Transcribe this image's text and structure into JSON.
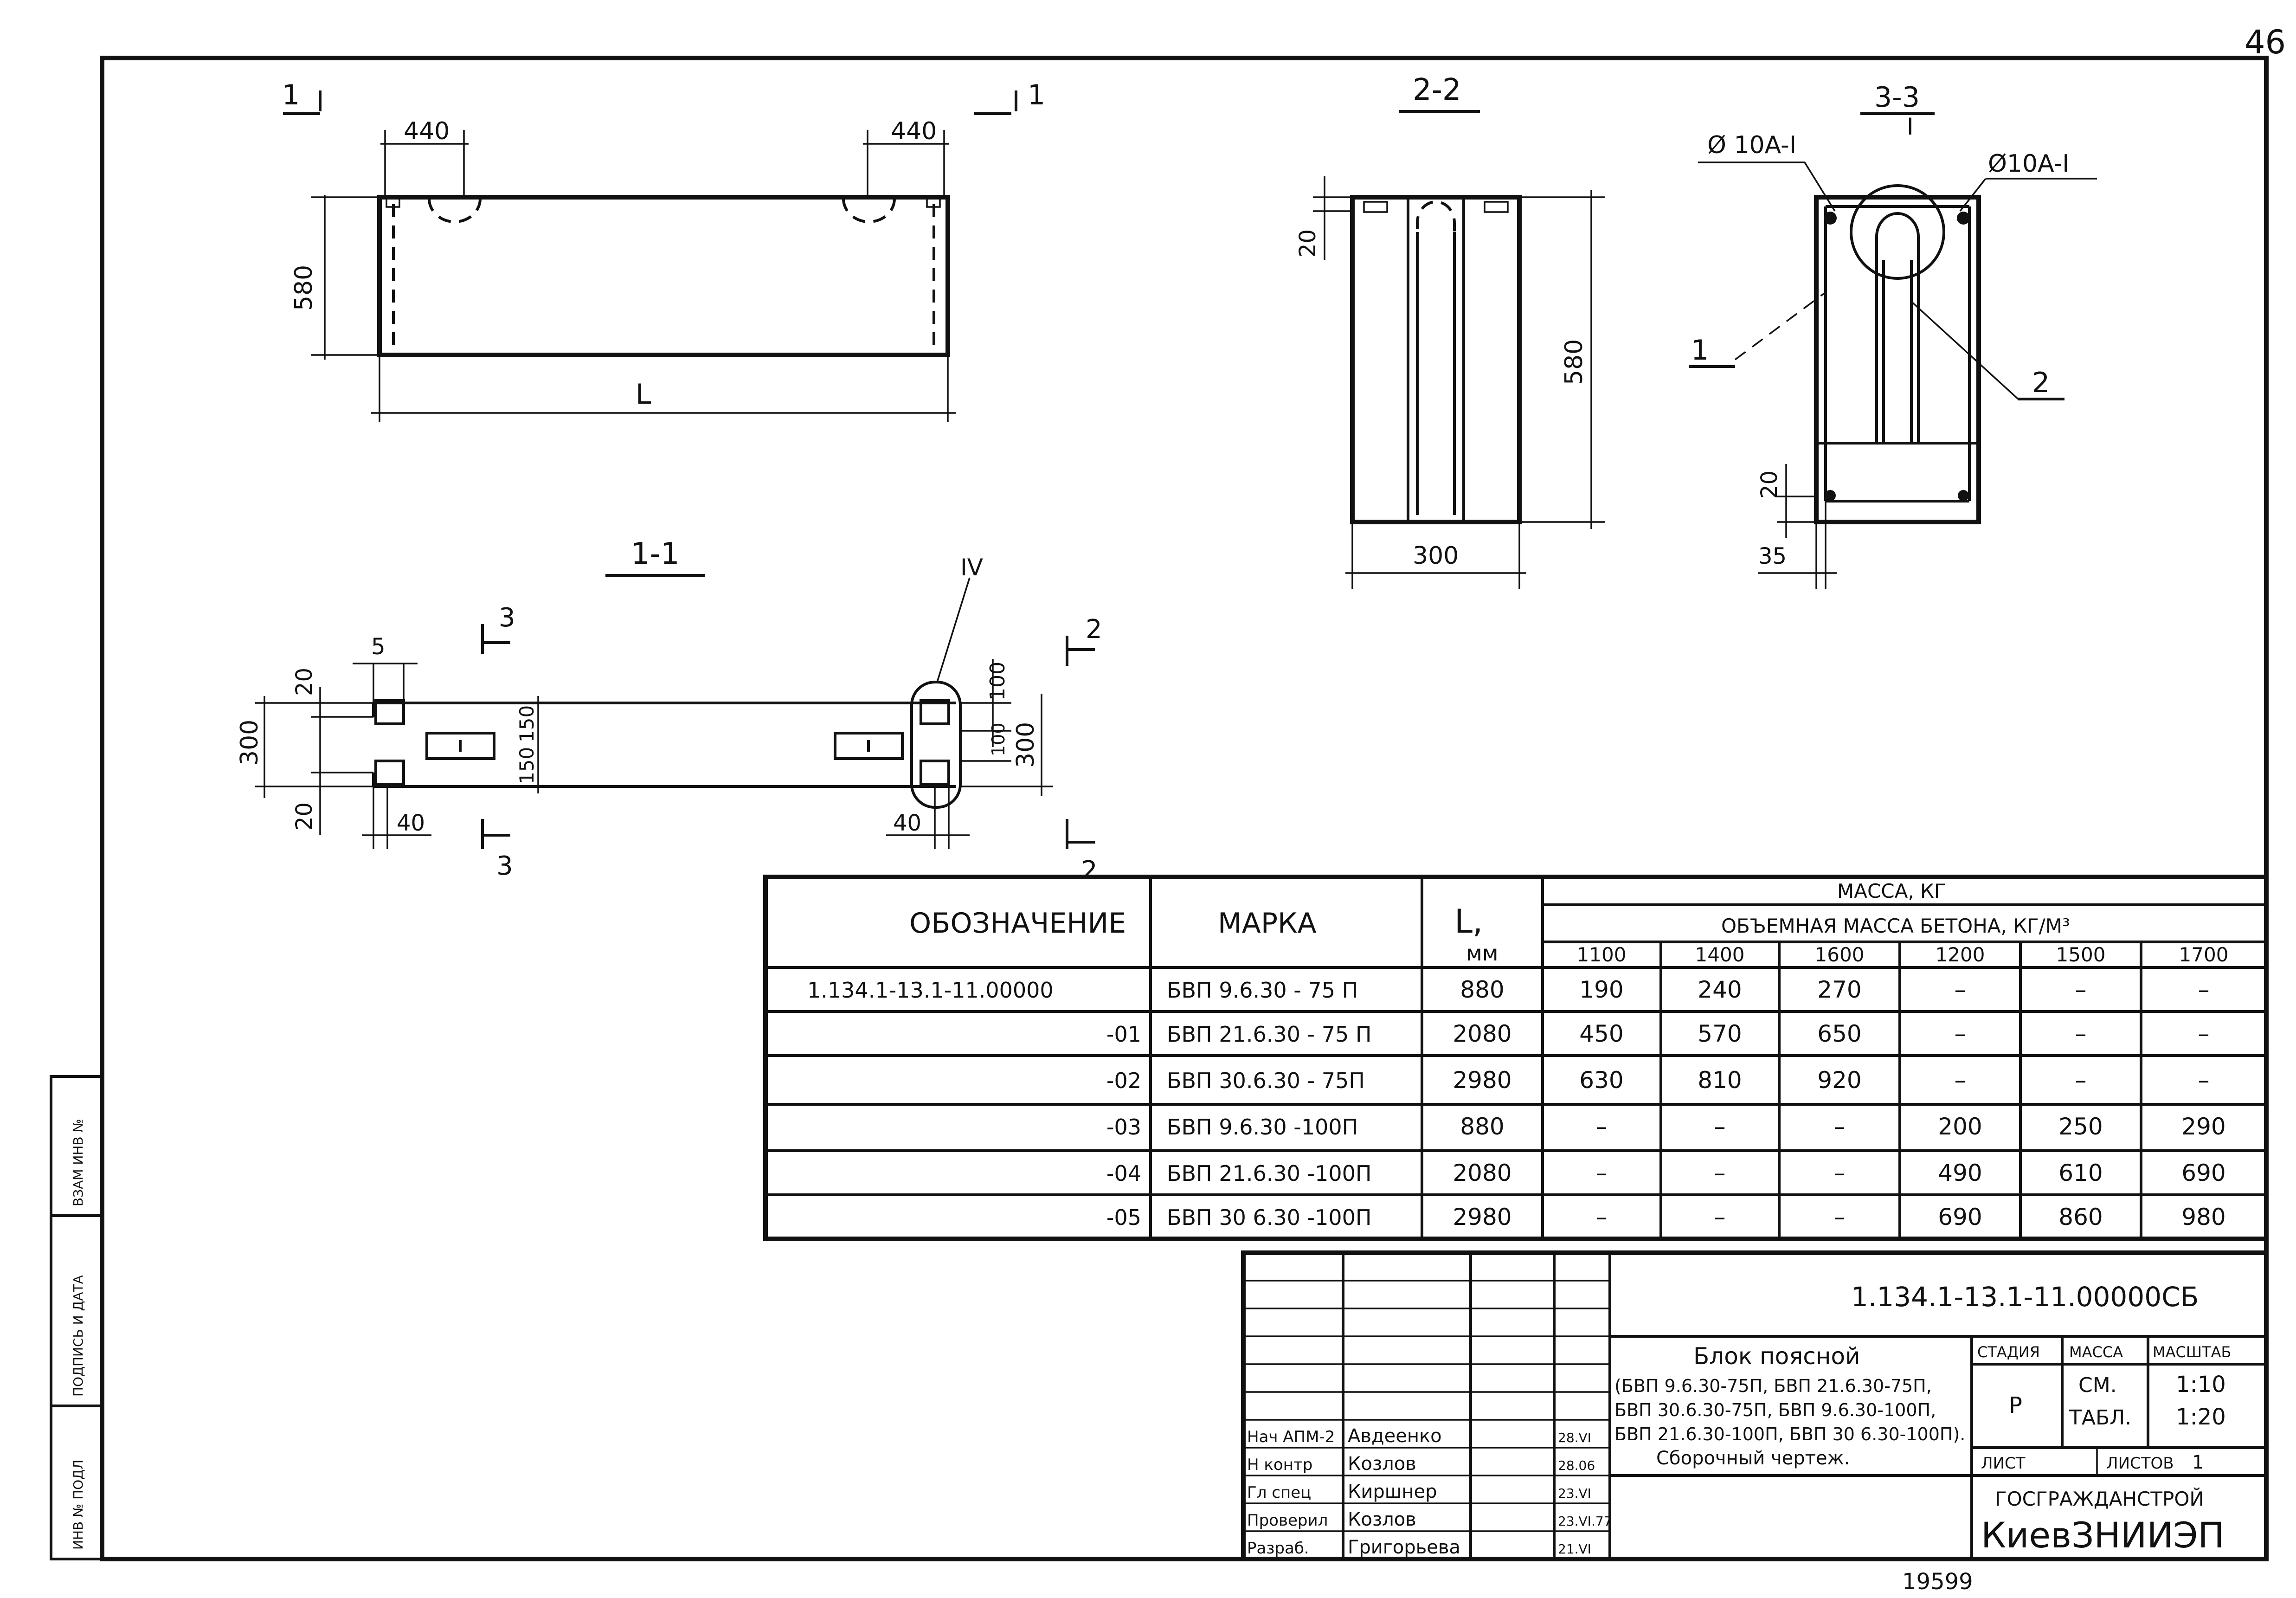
{
  "sheet": {
    "page_number": "46",
    "bottom_number": "19599"
  },
  "views": {
    "top": {
      "cut_left": "1",
      "cut_right": "1",
      "dim_left_hole": "440",
      "dim_right_hole": "440",
      "dim_height": "580",
      "dim_length": "L"
    },
    "section_2_2": {
      "title": "2-2",
      "dim_top": "20",
      "dim_height": "580",
      "dim_width": "300"
    },
    "section_3_3": {
      "title": "3-3",
      "bar_left": "Ø 10A-I",
      "bar_right": "Ø10A-I",
      "mark_top": "I",
      "pos_1": "1",
      "pos_2": "2",
      "dim_bottom": "20",
      "dim_side": "35"
    },
    "section_1_1": {
      "title": "1-1",
      "cut_3_top": "3",
      "cut_3_bottom": "3",
      "cut_2_top": "2",
      "cut_2_bottom": "2",
      "node_mark": "IV",
      "dim_5": "5",
      "dim_20_top": "20",
      "dim_300_left": "300",
      "dim_20_bottom": "20",
      "dim_40_left": "40",
      "dim_150a": "150",
      "dim_150b": "150",
      "dim_100_top": "100",
      "dim_100_mid": "100",
      "dim_300_right": "300",
      "dim_40_right": "40"
    }
  },
  "spec_table": {
    "col_designation": "ОБОЗНАЧЕНИЕ",
    "col_mark": "МАРКА",
    "col_length_l": "L,",
    "col_length_unit": "мм",
    "col_mass": "МАССА, КГ",
    "col_density": "ОБЪЕМНАЯ МАССА БЕТОНА, КГ/М³",
    "densities": [
      "1100",
      "1400",
      "1600",
      "1200",
      "1500",
      "1700"
    ],
    "rows": [
      {
        "designation": "1.134.1-13.1-11.00000",
        "mark": "БВП 9.6.30 - 75 П",
        "length": "880",
        "masses": [
          "190",
          "240",
          "270",
          "–",
          "–",
          "–"
        ]
      },
      {
        "designation": "-01",
        "mark": "БВП 21.6.30 - 75 П",
        "length": "2080",
        "masses": [
          "450",
          "570",
          "650",
          "–",
          "–",
          "–"
        ]
      },
      {
        "designation": "-02",
        "mark": "БВП 30.6.30 - 75П",
        "length": "2980",
        "masses": [
          "630",
          "810",
          "920",
          "–",
          "–",
          "–"
        ]
      },
      {
        "designation": "-03",
        "mark": "БВП 9.6.30 -100П",
        "length": "880",
        "masses": [
          "–",
          "–",
          "–",
          "200",
          "250",
          "290"
        ]
      },
      {
        "designation": "-04",
        "mark": "БВП 21.6.30 -100П",
        "length": "2080",
        "masses": [
          "–",
          "–",
          "–",
          "490",
          "610",
          "690"
        ]
      },
      {
        "designation": "-05",
        "mark": "БВП 30 6.30 -100П",
        "length": "2980",
        "masses": [
          "–",
          "–",
          "–",
          "690",
          "860",
          "980"
        ]
      }
    ]
  },
  "title_block": {
    "document_code": "1.134.1-13.1-11.00000СБ",
    "name_line1": "Блок поясной",
    "name_line2": "(БВП 9.6.30-75П, БВП 21.6.30-75П,",
    "name_line3": "БВП 30.6.30-75П, БВП 9.6.30-100П,",
    "name_line4": "БВП 21.6.30-100П, БВП 30 6.30-100П).",
    "name_line5": "Сборочный чертеж.",
    "stage_label": "СТАДИЯ",
    "mass_label": "МАССА",
    "scale_label": "МАСШТАБ",
    "stage_value": "Р",
    "mass_value_1": "СМ.",
    "mass_value_2": "ТАБЛ.",
    "scale_value_1": "1:10",
    "scale_value_2": "1:20",
    "sheet_label": "ЛИСТ",
    "sheets_label": "ЛИСТОВ",
    "sheets_value": "1",
    "org_line1": "ГОСГРАЖДАНСТРОЙ",
    "org_line2": "КиевЗНИИЭП",
    "signatures": [
      {
        "role": "Нач АПМ-2",
        "name": "Авдеенко",
        "date": "28.VI"
      },
      {
        "role": "Н контр",
        "name": "Козлов",
        "date": "28.06"
      },
      {
        "role": "Гл спец",
        "name": "Киршнер",
        "date": "23.VI"
      },
      {
        "role": "Проверил",
        "name": "Козлов",
        "date": "23.VI.77"
      },
      {
        "role": "Разраб.",
        "name": "Григорьева",
        "date": "21.VI"
      }
    ]
  },
  "side_stamp": {
    "box1": "ВЗАМ ИНВ №",
    "box2": "ПОДПИСЬ И ДАТА",
    "box3": "ИНВ № ПОДЛ"
  }
}
